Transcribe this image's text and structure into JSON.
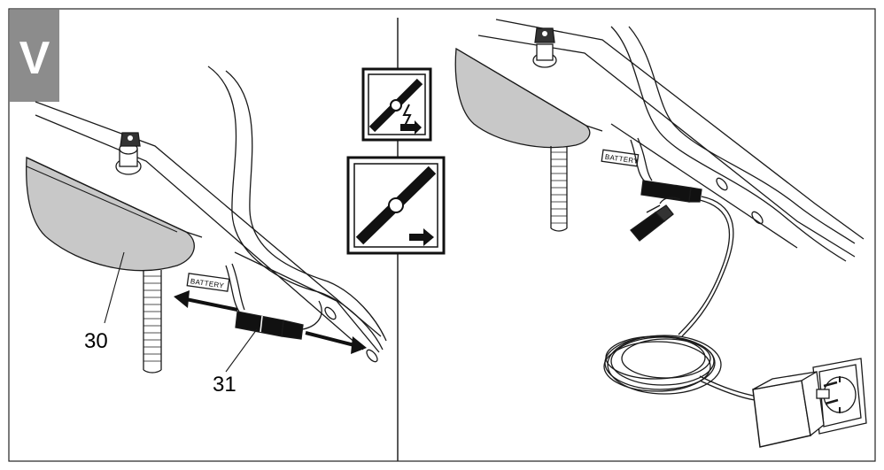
{
  "step": {
    "letter": "V"
  },
  "callouts": [
    {
      "id": "housing",
      "number": "30"
    },
    {
      "id": "connector",
      "number": "31"
    }
  ],
  "labels": {
    "battery_tag_left": "BATTERY",
    "battery_tag_right": "BATTERY"
  },
  "icons": [
    {
      "name": "disconnect-charging-icon",
      "meaning": "unplug connector"
    },
    {
      "name": "connect-icon",
      "meaning": "plug connector"
    }
  ],
  "colors": {
    "stroke": "#1a1a1a",
    "housing_fill": "#c8c8c8",
    "step_box": "#8c8c8c",
    "background": "#ffffff"
  }
}
